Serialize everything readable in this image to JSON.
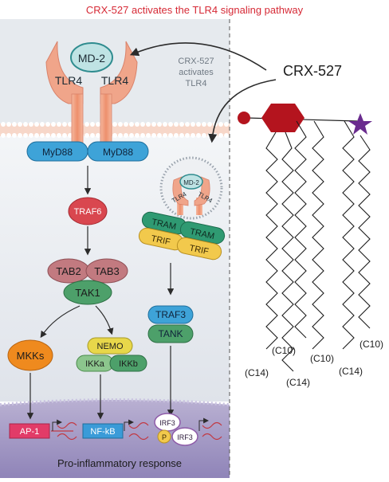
{
  "title": "CRX-527 activates the TLR4 signaling pathway",
  "ligand": {
    "name": "CRX-527",
    "annotation_lines": [
      "CRX-527",
      "activates",
      "TLR4"
    ]
  },
  "plasma_membrane_receptor": {
    "coreceptor": "MD-2",
    "receptor_left": "TLR4",
    "receptor_right": "TLR4",
    "adaptor_left": "MyD88",
    "adaptor_right": "MyD88"
  },
  "myd88_pathway": {
    "traf6": "TRAF6",
    "tab2": "TAB2",
    "tab3": "TAB3",
    "tak1": "TAK1",
    "mkks": "MKKs",
    "nemo": "NEMO",
    "ikka": "IKKa",
    "ikkb": "IKKb"
  },
  "endosome_receptor": {
    "coreceptor": "MD-2",
    "receptor_left": "TLR4",
    "receptor_right": "TLR4",
    "tram_left": "TRAM",
    "tram_right": "TRAM",
    "trif_left": "TRIF",
    "trif_right": "TRIF"
  },
  "trif_pathway": {
    "traf3": "TRAF3",
    "tank": "TANK"
  },
  "transcription_factors": {
    "ap1": "AP-1",
    "nfkb": "NF-kB",
    "irf3_top": "IRF3",
    "irf3_bottom": "IRF3",
    "phosphate": "P"
  },
  "response": "Pro-inflammatory response",
  "chain_labels": [
    "(C10)",
    "(C10)",
    "(C10)",
    "(C14)",
    "(C14)",
    "(C14)"
  ],
  "colors": {
    "title_red": "#d62a36",
    "mkks_orange": "#ef8a1e",
    "myd88_blue": "#3ea3d8",
    "traf6_red": "#d9474f",
    "tab_mauve": "#c27a80",
    "tak1_green": "#4da06a",
    "nemo_yellow": "#e8d74a",
    "tram_green": "#2f9a72",
    "trif_yellow": "#f2c94c",
    "ap1_pink": "#e23b68",
    "nfkb_blue": "#3a9bd8",
    "irf3_purple": "#8e5ba8",
    "hexagon_red": "#b4141e",
    "star_purple": "#6a2c8e"
  }
}
